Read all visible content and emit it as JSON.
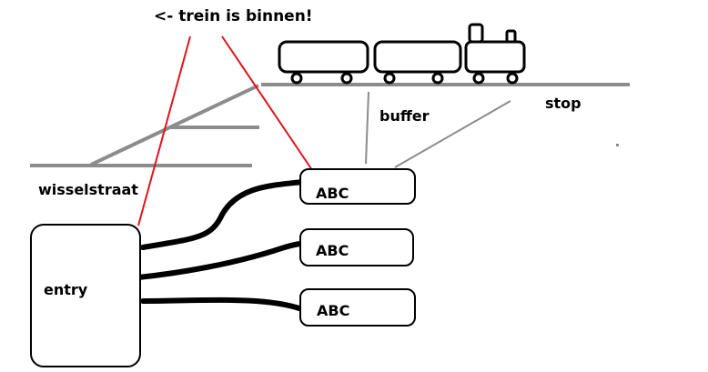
{
  "labels": {
    "train_status": "<- trein is binnen!",
    "buffer": "buffer",
    "stop": "stop",
    "switch_street": "wisselstraat",
    "entry": "entry"
  },
  "abc_boxes": [
    {
      "label": "ABC"
    },
    {
      "label": "ABC"
    },
    {
      "label": "ABC"
    }
  ],
  "colors": {
    "ink": "#000000",
    "rail": "#8c8c8c",
    "pointer": "#e0141c",
    "background": "#ffffff"
  }
}
